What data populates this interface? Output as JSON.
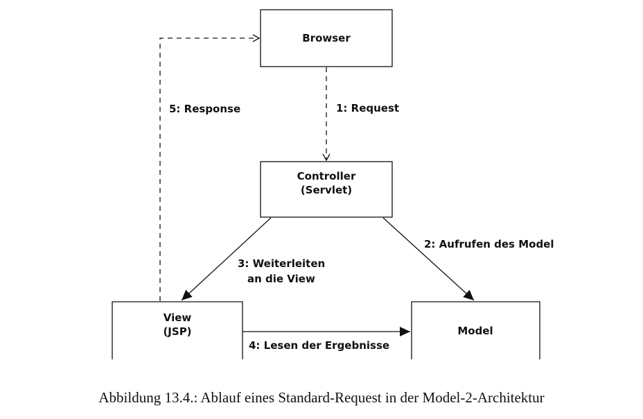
{
  "nodes": {
    "browser": {
      "label": "Browser"
    },
    "controller": {
      "line1": "Controller",
      "line2": "(Servlet)"
    },
    "view": {
      "line1": "View",
      "line2": "(JSP)"
    },
    "model": {
      "label": "Model"
    }
  },
  "edges": {
    "request": "1: Request",
    "call_model": "2: Aufrufen des Model",
    "forward_line1": "3: Weiterleiten",
    "forward_line2": "an die View",
    "read_results": "4: Lesen der Ergebnisse",
    "response": "5: Response"
  },
  "caption": "Abbildung 13.4.: Ablauf eines Standard-Request in der Model-2-Architektur"
}
